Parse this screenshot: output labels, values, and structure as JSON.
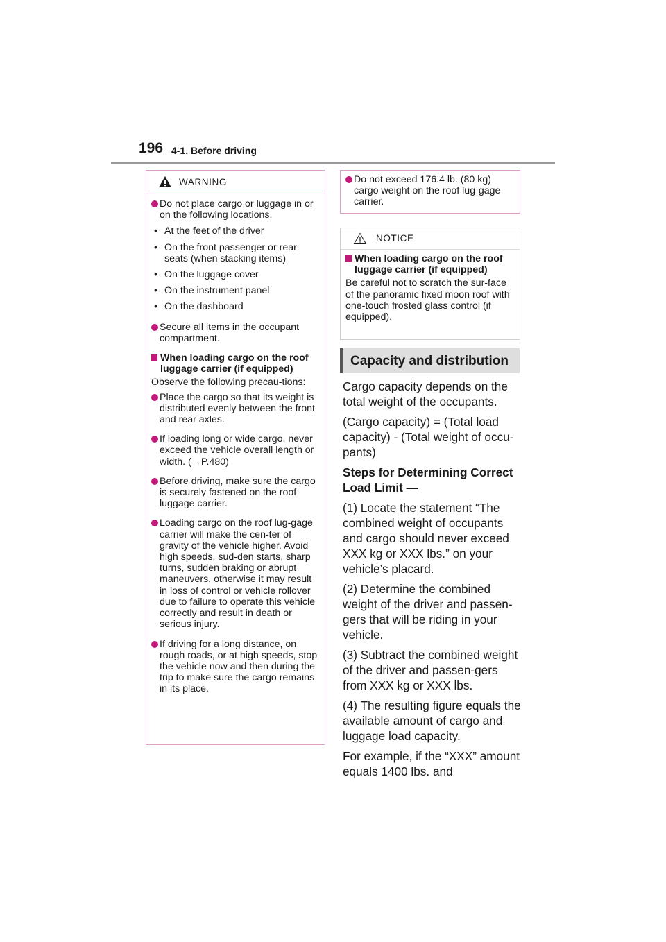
{
  "header": {
    "page_number": "196",
    "section": "4-1. Before driving"
  },
  "warning": {
    "label": "WARNING",
    "bullet1": "Do not place cargo or luggage in or on the following locations.",
    "locations": [
      "At the feet of the driver",
      "On the front passenger or rear seats (when stacking items)",
      "On the luggage cover",
      "On the instrument panel",
      "On the dashboard"
    ],
    "bullet2": "Secure all items in the occupant compartment.",
    "subheading": "When loading cargo on the roof luggage carrier (if equipped)",
    "intro": "Observe the following precau-tions:",
    "bullet3": "Place the cargo so that its weight is distributed evenly between the front and rear axles.",
    "bullet4": "If loading long or wide cargo, never exceed the vehicle overall length or width. (→P.480)",
    "bullet5": "Before driving, make sure the cargo is securely fastened on the roof luggage carrier.",
    "bullet6": "Loading cargo on the roof lug-gage carrier will make the cen-ter of gravity of the vehicle higher. Avoid high speeds, sud-den starts, sharp turns, sudden braking or abrupt maneuvers, otherwise it may result in loss of control or vehicle rollover due to failure to operate this vehicle correctly and result in death or serious injury.",
    "bullet7": "If driving for a long distance, on rough roads, or at high speeds, stop the vehicle now and then during the trip to make sure the cargo remains in its place."
  },
  "warning_cont": {
    "bullet8": "Do not exceed 176.4 lb. (80 kg) cargo weight on the roof lug-gage carrier."
  },
  "notice": {
    "label": "NOTICE",
    "subheading": "When loading cargo on the roof luggage carrier (if equipped)",
    "text": "Be careful not to scratch the sur-face of the panoramic fixed moon roof with one-touch frosted glass control (if equipped)."
  },
  "capacity": {
    "title": "Capacity and distribution",
    "p1": "Cargo capacity depends on the total weight of the occupants.",
    "p2": "(Cargo capacity) = (Total load capacity) - (Total weight of occu-pants)",
    "steps_heading": "Steps for Determining Correct Load Limit",
    "steps_dash": "—",
    "step1": "(1) Locate the statement “The combined weight of occupants and cargo should never exceed XXX kg or XXX lbs.” on your vehicle’s placard.",
    "step2": "(2) Determine the combined weight of the driver and passen-gers that will be riding in your vehicle.",
    "step3": "(3) Subtract the combined weight of the driver and passen-gers from XXX kg or XXX lbs.",
    "step4": "(4) The resulting figure equals the available amount of cargo and luggage load capacity.",
    "p_example": "For example, if the “XXX” amount equals 1400 lbs. and"
  }
}
